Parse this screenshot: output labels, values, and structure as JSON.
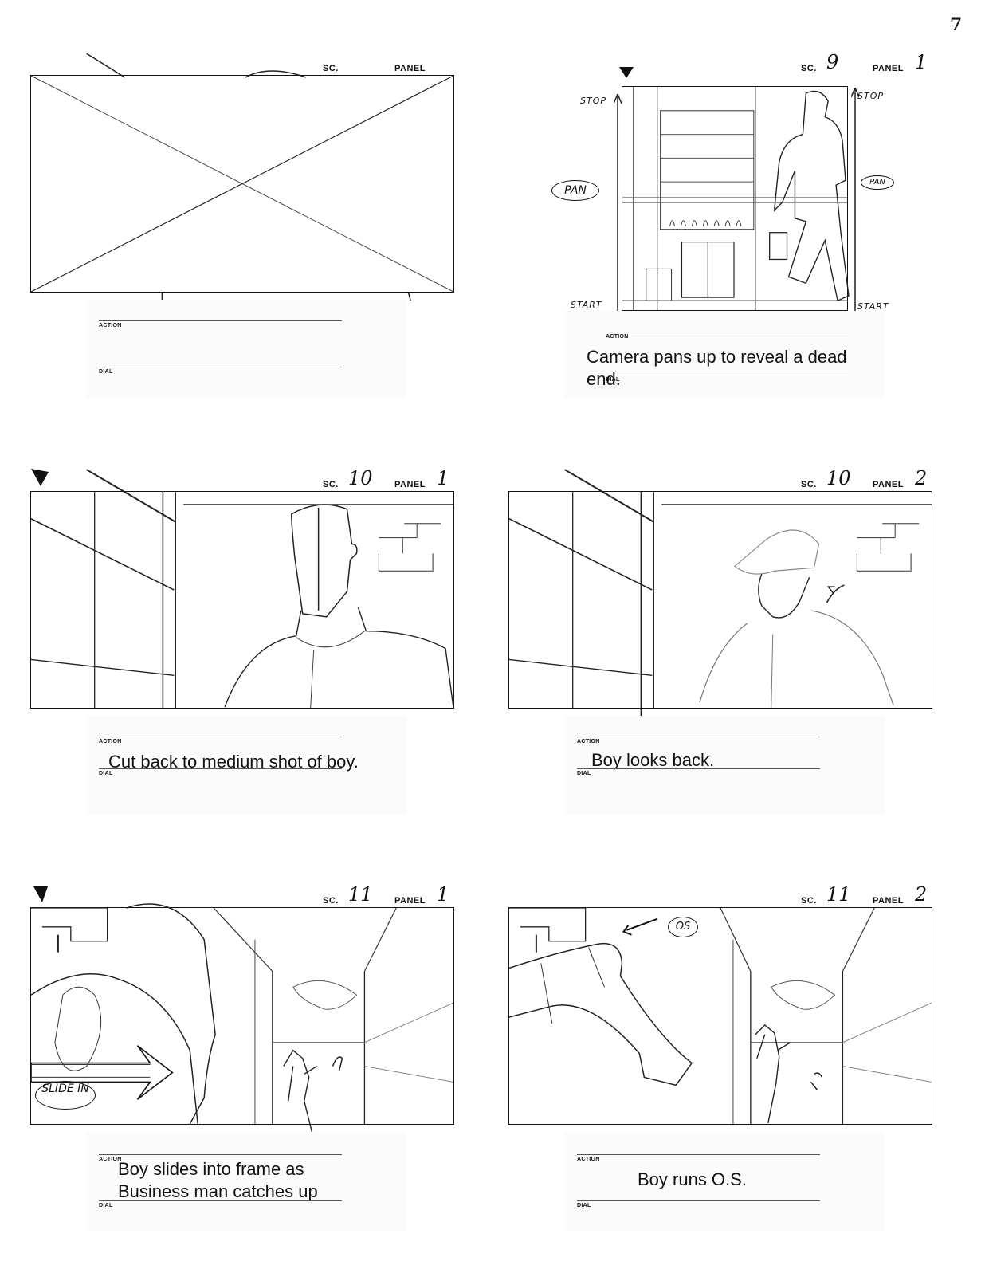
{
  "page_number": "7",
  "labels": {
    "sc": "SC.",
    "panel": "PANEL",
    "action": "ACTION",
    "dial": "DIAL"
  },
  "panels": [
    {
      "sc": "",
      "panel": "",
      "action_text": ""
    },
    {
      "sc": "9",
      "panel": "1",
      "action_text": "Camera pans up to reveal a dead end.",
      "notes": {
        "left_top": "STOP",
        "left_mid": "PAN",
        "left_bottom": "START",
        "right_top": "STOP",
        "right_mid": "PAN",
        "right_bottom": "START"
      }
    },
    {
      "sc": "10",
      "panel": "1",
      "action_text": "Cut back to medium shot of boy."
    },
    {
      "sc": "10",
      "panel": "2",
      "action_text": "Boy looks back."
    },
    {
      "sc": "11",
      "panel": "1",
      "action_text": "Boy slides into frame as Business man catches up",
      "notes": {
        "bubble": "SLIDE IN"
      }
    },
    {
      "sc": "11",
      "panel": "2",
      "action_text": "Boy runs O.S.",
      "notes": {
        "bubble": "OS"
      }
    }
  ]
}
